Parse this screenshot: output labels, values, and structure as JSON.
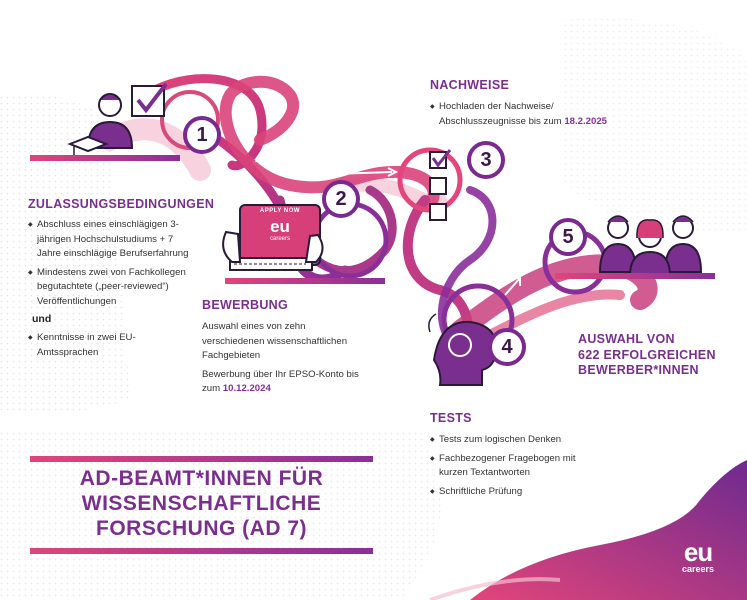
{
  "steps": [
    {
      "number": "1"
    },
    {
      "number": "2"
    },
    {
      "number": "3"
    },
    {
      "number": "4"
    },
    {
      "number": "5"
    }
  ],
  "zulassung": {
    "heading": "ZULASSUNGSBEDINGUNGEN",
    "item1": "Abschluss eines einschlägigen 3-jährigen Hochschulstudiums + 7 Jahre einschlägige Berufserfahrung",
    "item2": "Mindestens zwei von Fachkollegen begutachtete („peer-reviewed“) Veröffentlichungen",
    "und": "und",
    "item3": "Kenntnisse in zwei EU-Amtssprachen"
  },
  "bewerbung": {
    "heading": "BEWERBUNG",
    "text1": "Auswahl eines von zehn verschiedenen wissenschaftlichen Fachgebieten",
    "text2_prefix": "Bewerbung über Ihr EPSO-Konto bis zum ",
    "text2_date": "10.12.2024",
    "tablet_line1": "APPLY NOW",
    "tablet_logo": "eu",
    "tablet_logo_sub": "careers"
  },
  "nachweise": {
    "heading": "NACHWEISE",
    "text_prefix": "Hochladen der Nachweise/ Abschlusszeugnisse bis zum ",
    "text_date": "18.2.2025"
  },
  "tests": {
    "heading": "TESTS",
    "item1": "Tests zum logischen Denken",
    "item2": "Fachbezogener Fragebogen mit kurzen Textantworten",
    "item3": "Schriftliche Prüfung"
  },
  "auswahl": {
    "heading_line1": "AUSWAHL VON",
    "heading_line2": "622 ERFOLGREICHEN",
    "heading_line3": "BEWERBER*INNEN"
  },
  "title": {
    "line1": "AD-BEAMT*INNEN FÜR",
    "line2": "WISSENSCHAFTLICHE",
    "line3": "FORSCHUNG (AD 7)"
  },
  "logo": {
    "eu": "eu",
    "careers": "careers"
  },
  "colors": {
    "purple": "#7a2f8f",
    "magenta": "#d6336c",
    "pink": "#e8779e",
    "lightpink": "#f6d7e2"
  }
}
